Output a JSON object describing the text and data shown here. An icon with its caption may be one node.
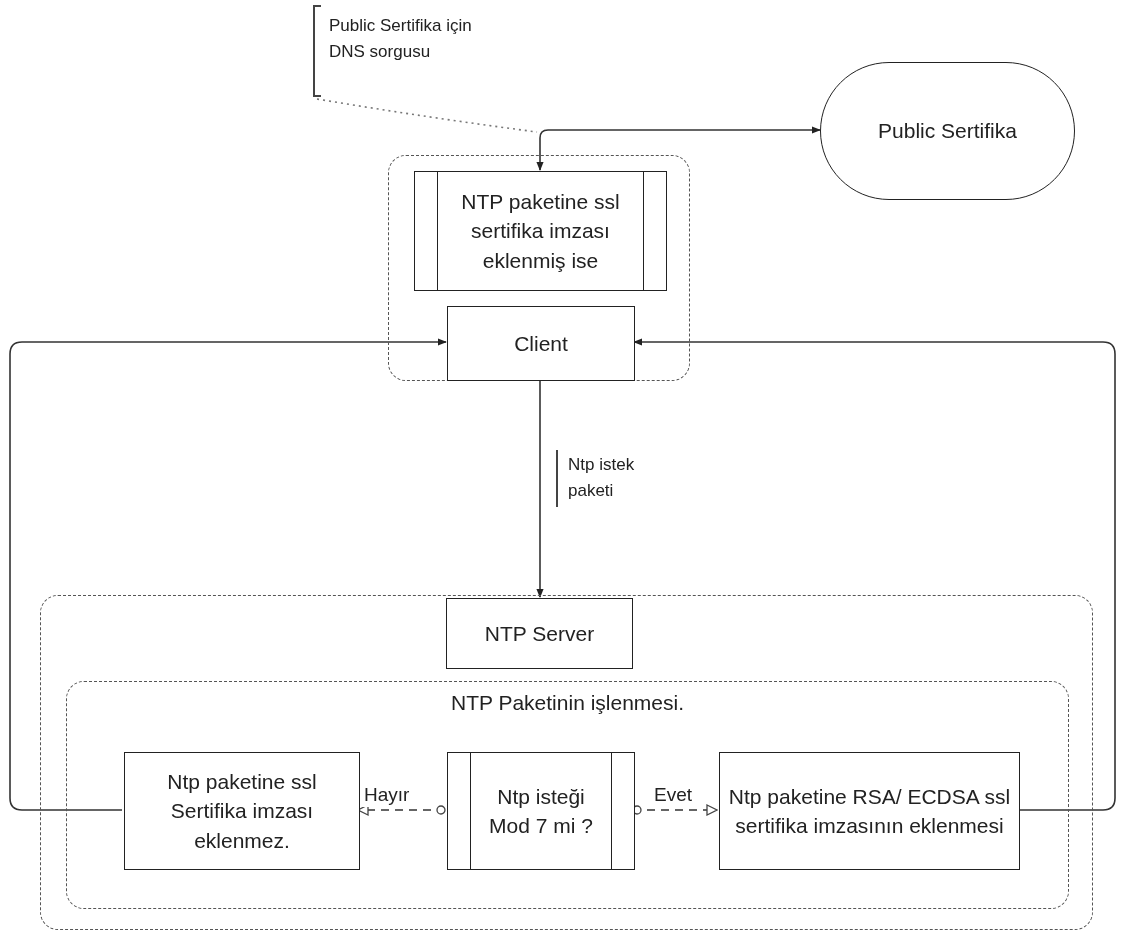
{
  "diagram": {
    "nodes": [
      {
        "text": [
          "Public Sertifika için DNS sorgusu"
        ]
      },
      {
        "text": [
          "Public Sertifika"
        ]
      },
      {
        "text": [],
        "shape": "box"
      },
      {
        "text": [
          "NTP paketine ssl sertifika imzası eklenmiş ise"
        ],
        "in": 2
      },
      {
        "text": [
          "Client"
        ],
        "in": 2
      },
      {
        "text": [],
        "shape": "box"
      },
      {
        "text": [
          "NTP Server"
        ],
        "in": 5
      },
      {
        "text": [
          "NTP Paketinin işlenmesi."
        ],
        "in": 5
      },
      {
        "text": [
          "Ntp paketine ssl Sertifika imzası eklenmez."
        ],
        "in": 7
      },
      {
        "text": [
          "Ntp isteği Mod 7 mi ?"
        ],
        "in": 7
      },
      {
        "text": [
          "Ntp paketine RSA/ ECDSA ssl sertifika imzasının eklenmesi"
        ],
        "in": 7
      }
    ],
    "edges": [
      {
        "from": 1,
        "to": 3,
        "arrow": "both"
      },
      {
        "from": 0,
        "to": null,
        "arrow": "none",
        "style": "dashed"
      },
      {
        "from": 4,
        "to": 6,
        "arrow": "to",
        "label": "Ntp istek paketi"
      },
      {
        "from": 9,
        "to": 8,
        "arrow": "to",
        "label": "Hayır",
        "style": "dashed"
      },
      {
        "from": 9,
        "to": 10,
        "arrow": "to",
        "label": "Evet",
        "style": "dashed"
      },
      {
        "from": 8,
        "to": 4,
        "arrow": "to"
      },
      {
        "from": 10,
        "to": 4,
        "arrow": "to"
      }
    ]
  }
}
